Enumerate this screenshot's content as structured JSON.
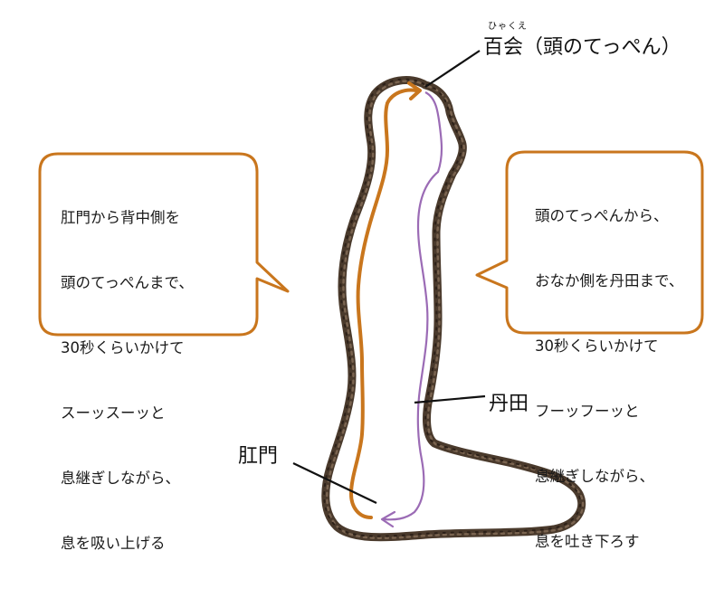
{
  "colors": {
    "outline": "#4a3a2c",
    "ascending_path": "#c9761d",
    "descending_path": "#9b6bb5",
    "bubble_border": "#c9761d",
    "leader_line": "#111111"
  },
  "labels": {
    "hyakue": "百会（頭のてっぺん）",
    "hyakue_ruby": "ひゃくえ",
    "tanden": "丹田",
    "komon": "肛門"
  },
  "bubbles": {
    "left": {
      "lines": [
        "肛門から背中側を",
        "頭のてっぺんまで、",
        "30秒くらいかけて",
        "スーッスーッと",
        "息継ぎしながら、",
        "息を吸い上げる"
      ]
    },
    "right": {
      "lines": [
        "頭のてっぺんから、",
        "おなか側を丹田まで、",
        "30秒くらいかけて",
        "フーッフーッと",
        "息継ぎしながら、",
        "息を吐き下ろす"
      ]
    }
  }
}
